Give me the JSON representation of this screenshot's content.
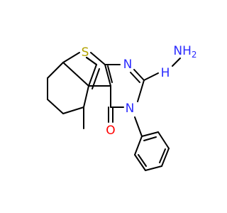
{
  "molecule": {
    "atoms": [
      {
        "id": "S",
        "label": "S",
        "color": "#b3a300"
      },
      {
        "id": "N1",
        "label": "N",
        "color": "#2b2bff"
      },
      {
        "id": "N3",
        "label": "N",
        "color": "#2b2bff"
      },
      {
        "id": "O",
        "label": "O",
        "color": "#ff0000"
      },
      {
        "id": "NH",
        "label": "H",
        "color": "#2b2bff"
      },
      {
        "id": "NH2",
        "label": "NH",
        "subscript": "2",
        "color": "#2b2bff"
      }
    ],
    "bond_color": "#000000"
  }
}
